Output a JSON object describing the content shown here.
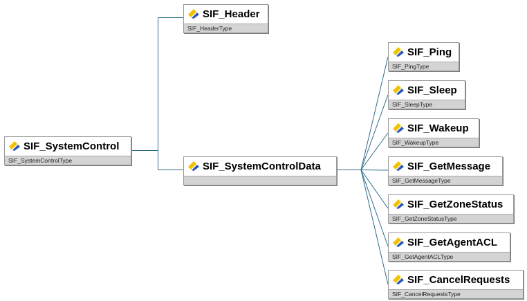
{
  "nodes": {
    "root": {
      "name": "SIF_SystemControl",
      "type": "SIF_SystemControlType"
    },
    "header": {
      "name": "SIF_Header",
      "type": "SIF_HeaderType"
    },
    "data": {
      "name": "SIF_SystemControlData",
      "type": ""
    },
    "ping": {
      "name": "SIF_Ping",
      "type": "SIF_PingType"
    },
    "sleep": {
      "name": "SIF_Sleep",
      "type": "SIF_SleepType"
    },
    "wakeup": {
      "name": "SIF_Wakeup",
      "type": "SIF_WakeupType"
    },
    "getmessage": {
      "name": "SIF_GetMessage",
      "type": "SIF_GetMessageType"
    },
    "getzonestatus": {
      "name": "SIF_GetZoneStatus",
      "type": "SIF_GetZoneStatusType"
    },
    "getagentacl": {
      "name": "SIF_GetAgentACL",
      "type": "SIF_GetAgentACLType"
    },
    "cancelrequests": {
      "name": "SIF_CancelRequests",
      "type": "SIF_CancelRequestsType"
    }
  },
  "element_icon": "element-icon",
  "colors": {
    "connector": "#2e6b8a",
    "type_band": "#d4d4d4",
    "icon_yellow": "#f2c200",
    "icon_blue": "#2a57b8"
  }
}
